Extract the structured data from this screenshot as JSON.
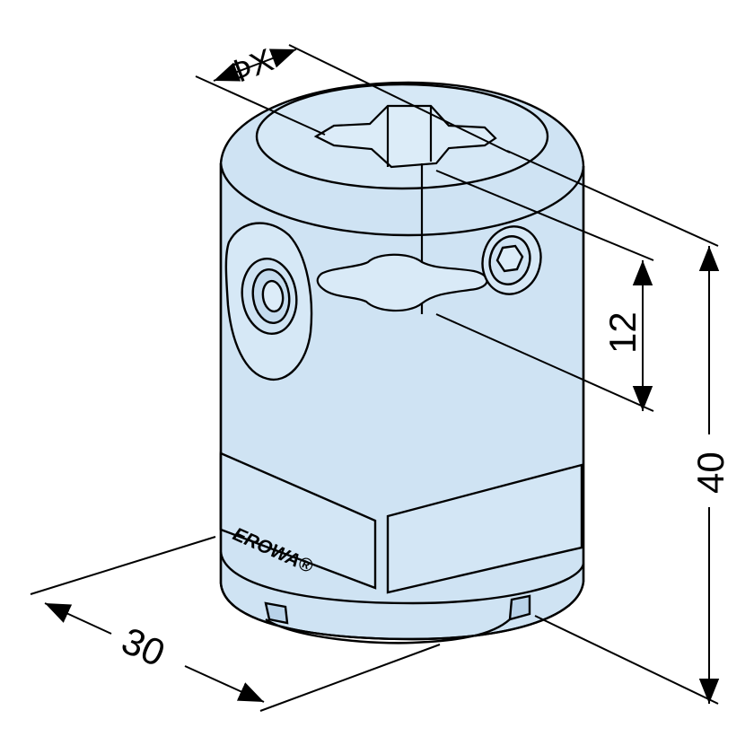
{
  "dimensions": {
    "diameter_label": "ΦX",
    "height_label": "12",
    "total_height_label": "40",
    "width_label": "30"
  },
  "brand": {
    "logo_text": "EROWA®"
  },
  "colors": {
    "body_fill": "#cfe3f3",
    "outline": "#000000",
    "background": "#ffffff"
  }
}
